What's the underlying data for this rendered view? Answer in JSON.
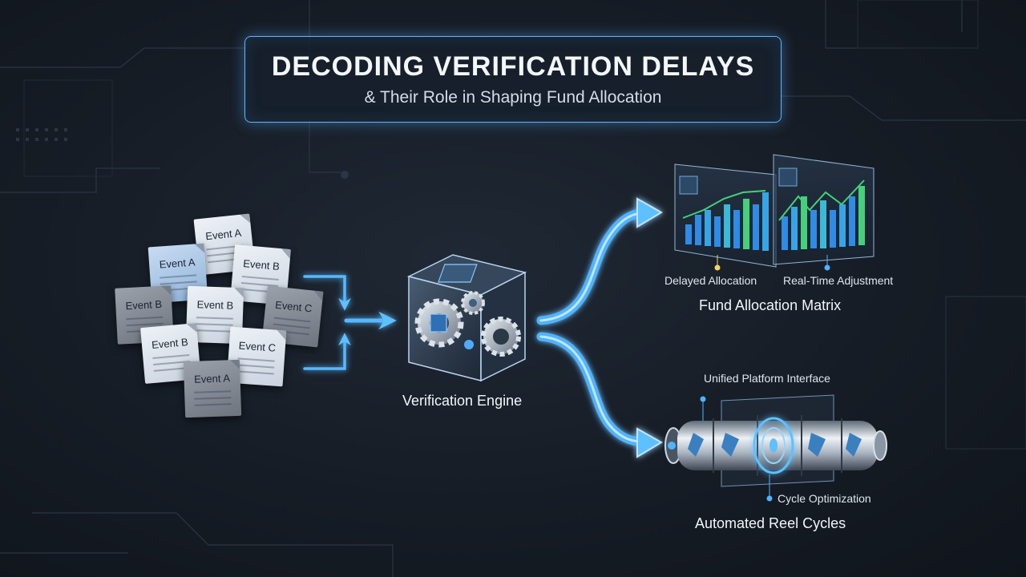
{
  "header": {
    "title": "DECODING VERIFICATION DELAYS",
    "subtitle": "& Their Role in Shaping Fund Allocation"
  },
  "events": [
    {
      "label": "Event A",
      "tone": "light"
    },
    {
      "label": "Event A",
      "tone": "blue"
    },
    {
      "label": "Event B",
      "tone": "light"
    },
    {
      "label": "Event B",
      "tone": "gray"
    },
    {
      "label": "Event B",
      "tone": "light"
    },
    {
      "label": "Event C",
      "tone": "gray"
    },
    {
      "label": "Event B",
      "tone": "light"
    },
    {
      "label": "Event C",
      "tone": "light"
    },
    {
      "label": "Event A",
      "tone": "gray"
    }
  ],
  "engine": {
    "label": "Verification Engine"
  },
  "matrix": {
    "title": "Fund Allocation Matrix",
    "left_label": "Delayed Allocation",
    "right_label": "Real-Time Adjustment"
  },
  "reel": {
    "title": "Automated Reel Cycles",
    "top_label": "Unified Platform Interface",
    "bottom_label": "Cycle Optimization"
  },
  "colors": {
    "accent": "#4fb4ff",
    "glow": "#2f8fff",
    "bar": "#2e8be6",
    "bar_green": "#45d07a",
    "dot_yellow": "#f2d46b"
  }
}
